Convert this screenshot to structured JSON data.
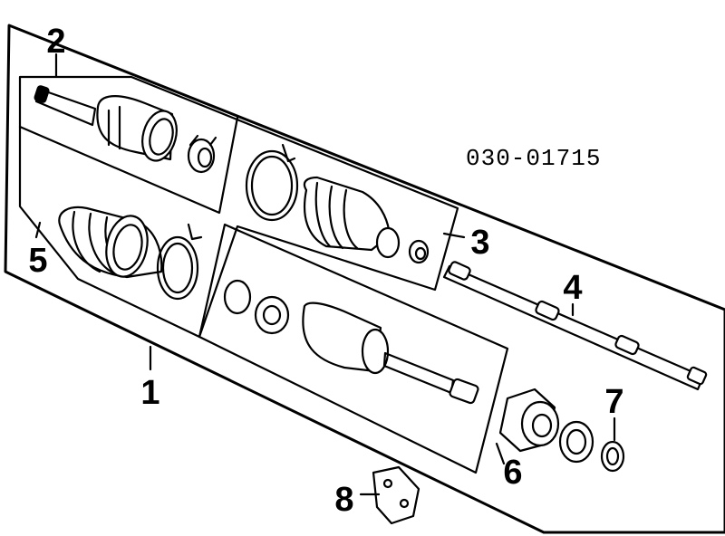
{
  "diagram": {
    "part_code": "030-01715",
    "callouts": [
      "1",
      "2",
      "3",
      "4",
      "5",
      "6",
      "7",
      "8"
    ]
  }
}
